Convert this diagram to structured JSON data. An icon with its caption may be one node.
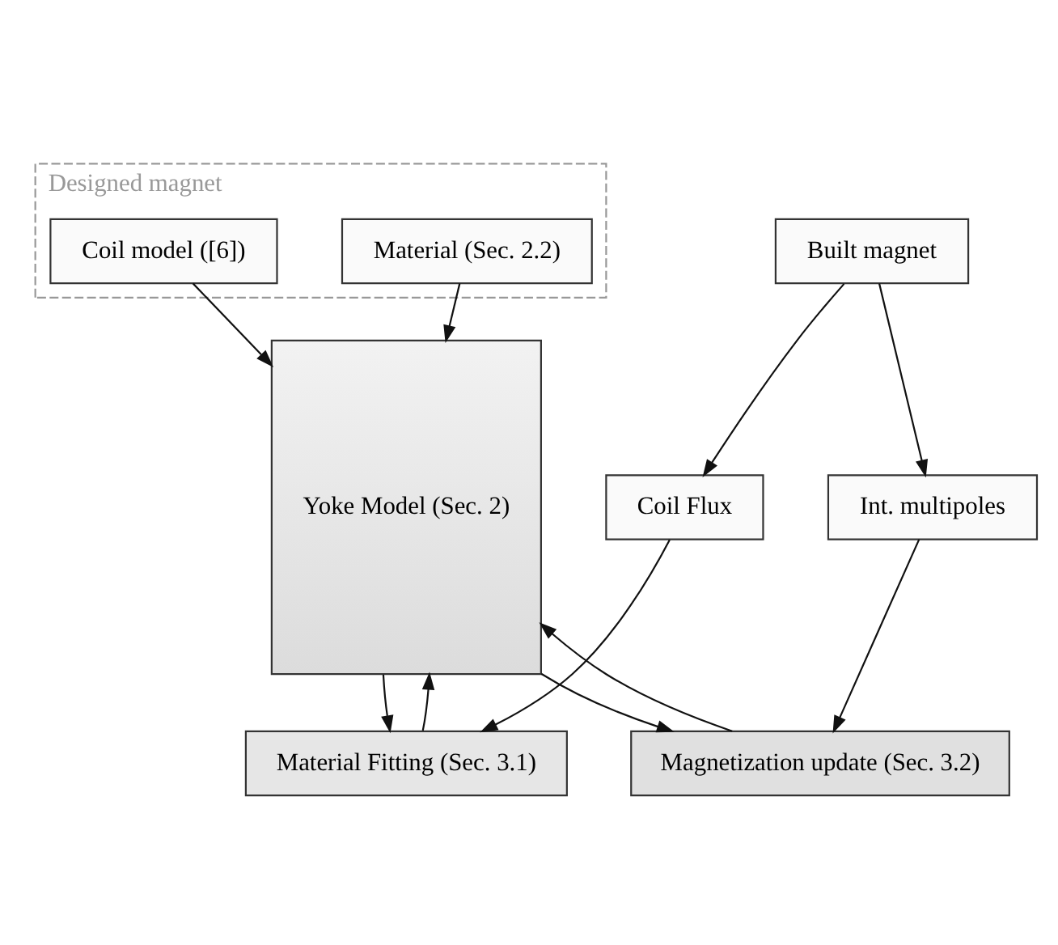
{
  "diagram": {
    "nodes": [
      {
        "text": [
          "Designed magnet"
        ]
      },
      {
        "text": [
          "Material (Sec. 2.2)"
        ],
        "in": 0
      },
      {
        "text": [
          "Coil model ([6])"
        ],
        "in": 0
      },
      {
        "text": [
          "Built magnet"
        ]
      },
      {
        "text": [
          "Coil Flux"
        ]
      },
      {
        "text": [
          "Yoke Model (Sec. 2)"
        ]
      },
      {
        "text": [
          "Material Fitting (Sec. 3.1)"
        ]
      },
      {
        "text": [
          "Int. multipoles"
        ]
      },
      {
        "text": [
          "Magnetization update (Sec. 3.2)"
        ]
      }
    ],
    "edges": [
      {
        "from": 3,
        "to": 4,
        "arrow": "to"
      },
      {
        "from": 4,
        "to": 6,
        "arrow": "to"
      },
      {
        "from": 3,
        "to": 7,
        "arrow": "to"
      },
      {
        "from": 2,
        "to": 5,
        "arrow": "to"
      },
      {
        "from": 1,
        "to": 5,
        "arrow": "to"
      },
      {
        "from": 5,
        "to": 6,
        "arrow": "to"
      },
      {
        "from": 6,
        "to": 5,
        "arrow": "to"
      },
      {
        "from": 7,
        "to": 8,
        "arrow": "to"
      },
      {
        "from": 5,
        "to": 8,
        "arrow": "to"
      },
      {
        "from": 8,
        "to": 5,
        "arrow": "to"
      }
    ]
  }
}
